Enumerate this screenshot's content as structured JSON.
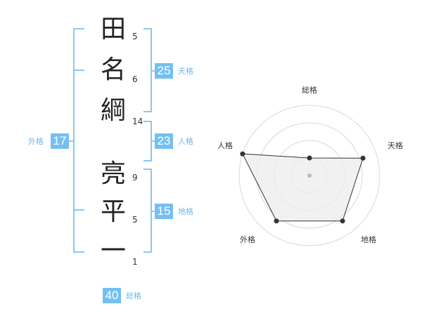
{
  "name_chars": [
    {
      "char": "田",
      "strokes": "5"
    },
    {
      "char": "名",
      "strokes": "6"
    },
    {
      "char": "綱",
      "strokes": "14"
    },
    {
      "char": "亮",
      "strokes": "9"
    },
    {
      "char": "平",
      "strokes": "5"
    },
    {
      "char": "一",
      "strokes": "1"
    }
  ],
  "kaku": {
    "tenkaku": {
      "value": "25",
      "label": "天格"
    },
    "jinkaku": {
      "value": "23",
      "label": "人格"
    },
    "chikaku": {
      "value": "15",
      "label": "地格"
    },
    "gaikaku": {
      "value": "17",
      "label": "外格"
    },
    "soukaku": {
      "value": "40",
      "label": "総格"
    }
  },
  "radar": {
    "axes": [
      "総格",
      "天格",
      "地格",
      "外格",
      "人格"
    ],
    "values": [
      0.25,
      0.8,
      0.8,
      0.8,
      1.0
    ],
    "levels": 4,
    "colors": {
      "ring": "#d9d9d9",
      "fill": "#ececec",
      "line": "#333333",
      "point": "#333333",
      "center": "#bbbbbb"
    }
  },
  "colors": {
    "accent": "#74bff2",
    "bracket": "#8cc8f0",
    "label": "#6fb9ea"
  }
}
